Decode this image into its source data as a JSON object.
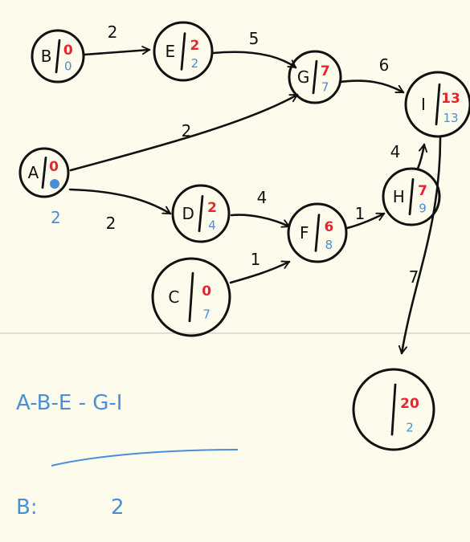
{
  "nodes": [
    {
      "id": "B",
      "label": "B",
      "early": "0",
      "late": "0"
    },
    {
      "id": "E",
      "label": "E",
      "early": "2",
      "late": "2"
    },
    {
      "id": "G",
      "label": "G",
      "early": "7",
      "late": "7"
    },
    {
      "id": "I",
      "label": "I",
      "early": "13",
      "late": "13"
    },
    {
      "id": "A",
      "label": "A",
      "early": "0",
      "late": ""
    },
    {
      "id": "D",
      "label": "D",
      "early": "2",
      "late": "4"
    },
    {
      "id": "F",
      "label": "F",
      "early": "6",
      "late": "8"
    },
    {
      "id": "H",
      "label": "H",
      "early": "7",
      "late": "9"
    },
    {
      "id": "C",
      "label": "C",
      "early": "0",
      "late": "7"
    },
    {
      "id": "J",
      "label": "",
      "early": "20",
      "late": "2"
    }
  ],
  "edges": [
    {
      "from": "B",
      "to": "E",
      "weight": "2"
    },
    {
      "from": "E",
      "to": "G",
      "weight": "5"
    },
    {
      "from": "G",
      "to": "I",
      "weight": "6"
    },
    {
      "from": "A",
      "to": "G",
      "weight": "2"
    },
    {
      "from": "A",
      "to": "D",
      "weight": "2"
    },
    {
      "from": "D",
      "to": "F",
      "weight": "4"
    },
    {
      "from": "C",
      "to": "F",
      "weight": "1"
    },
    {
      "from": "F",
      "to": "H",
      "weight": "1"
    },
    {
      "from": "H",
      "to": "I",
      "weight": "4"
    },
    {
      "from": "I",
      "to": "J",
      "weight": "7"
    }
  ],
  "annotations": {
    "slack_a": "2",
    "critical_path": "A-B-E - G-I",
    "slack_note_label": "B:",
    "slack_note_value": "2"
  },
  "colors": {
    "background": "#fdfbec",
    "ink": "#111111",
    "early_time": "#e5262f",
    "late_time": "#4a8fd6",
    "divider_line": "#d6d6d0"
  }
}
